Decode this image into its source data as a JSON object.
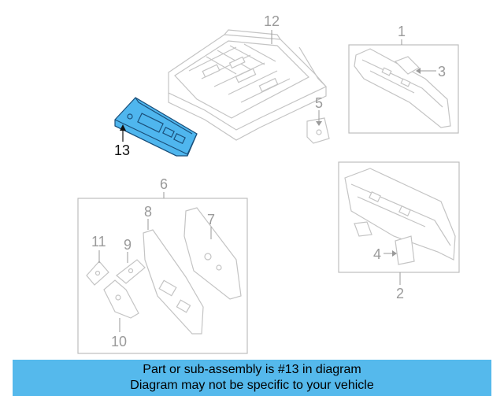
{
  "labels": {
    "part_1": "1",
    "part_2": "2",
    "part_3": "3",
    "part_4": "4",
    "part_5": "5",
    "part_6": "6",
    "part_7": "7",
    "part_8": "8",
    "part_9": "9",
    "part_10": "10",
    "part_11": "11",
    "part_12": "12",
    "part_13": "13"
  },
  "banner": {
    "line1": "Part or sub-assembly is #13 in diagram",
    "line2": "Diagram may not be specific to your vehicle"
  },
  "colors": {
    "highlight_part": "#4fb6ee",
    "banner": "#55b9ec",
    "line_art": "#c4c4c4",
    "group_box": "#bdbdbd"
  }
}
